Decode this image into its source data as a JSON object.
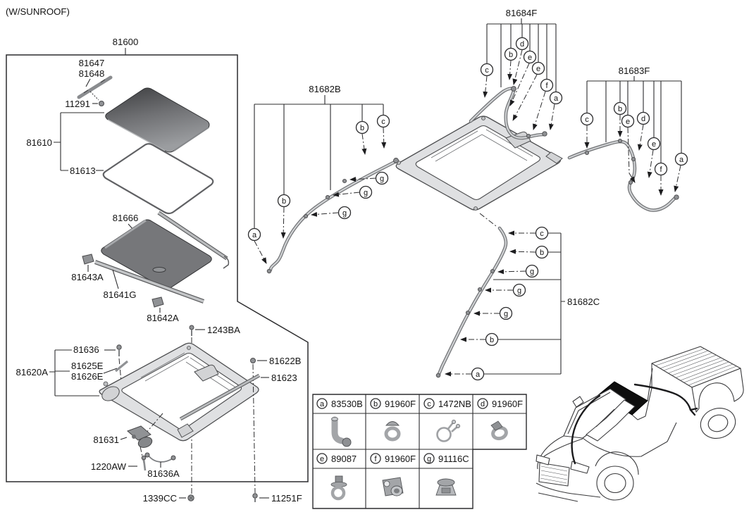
{
  "note": "(W/SUNROOF)",
  "labels": {
    "assembly": "81600",
    "handle_a": "81647",
    "handle_b": "81648",
    "screw": "11291",
    "glass_asm": "81610",
    "seal": "81613",
    "sunshade": "81666",
    "cap_left": "81643A",
    "bar": "81641G",
    "cap_right": "81642A",
    "bolt_top": "1243BA",
    "screw_frame": "81636",
    "guide_a": "81625E",
    "guide_b": "81626E",
    "frame_asm": "81620A",
    "bolt_right": "81622B",
    "deflector": "81623",
    "motor": "81631",
    "screw_motor": "1220AW",
    "cable": "81636A",
    "bolt_bottom": "1339CC",
    "bolt_bottom2": "11251F",
    "hose_front": "81682B",
    "hose_rear_left": "81684F",
    "hose_rear_right": "81683F",
    "hose_side": "81682C"
  },
  "callouts": {
    "front": [
      "a",
      "b",
      "b",
      "c",
      "g",
      "g",
      "g"
    ],
    "rear_left": [
      "c",
      "b",
      "d",
      "e",
      "e",
      "f",
      "a"
    ],
    "rear_right": [
      "c",
      "b",
      "e",
      "d",
      "e",
      "f",
      "a"
    ],
    "side": [
      "c",
      "b",
      "g",
      "g",
      "g",
      "b",
      "a"
    ]
  },
  "legend": {
    "cells": [
      {
        "key": "a",
        "part": "83530B"
      },
      {
        "key": "b",
        "part": "91960F"
      },
      {
        "key": "c",
        "part": "1472NB"
      },
      {
        "key": "d",
        "part": "91960F"
      },
      {
        "key": "e",
        "part": "89087"
      },
      {
        "key": "f",
        "part": "91960F"
      },
      {
        "key": "g",
        "part": "91116C"
      }
    ]
  },
  "colors": {
    "line": "#2c2c2e",
    "part_gray": "#909295",
    "hose_outline": "#6f7174",
    "hose_inner": "#d0d2d4",
    "glass_dark": "#3c3d3f",
    "glass_light": "#9b9da0",
    "sunshade": "#76777a",
    "frame_fill": "#dfe0e2",
    "sunroof_black": "#0e0e0e"
  }
}
